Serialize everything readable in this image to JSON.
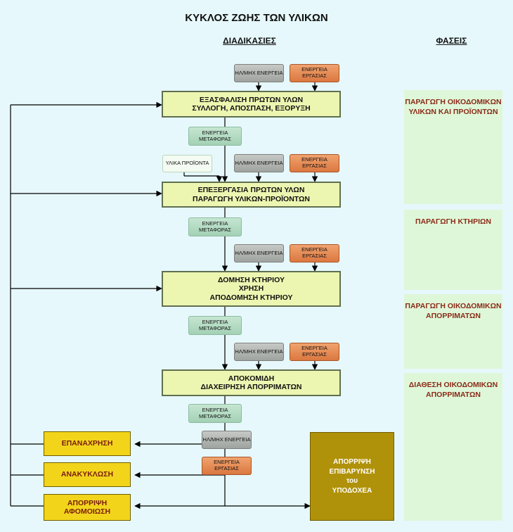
{
  "title": "ΚΥΚΛΟΣ ΖΩΗΣ ΤΩΝ ΥΛΙΚΩΝ",
  "headers": {
    "processes": "ΔΙΑΔΙΚΑΣΙΕΣ",
    "phases": "ΦΑΣΕΙΣ"
  },
  "inputs": {
    "electric": "ΗΛ/ΜΗΧ ΕΝΕΡΓΕΙΑ",
    "labor": "ΕΝΕΡΓΕΙΑ ΕΡΓΑΣΙΑΣ",
    "transport": "ΕΝΕΡΓΕΙΑ ΜΕΤΑΦΟΡΑΣ",
    "materials": "ΥΛΙΚΑ ΠΡΟΪΟΝΤΑ"
  },
  "processes": [
    {
      "line1": "ΕΞΑΣΦΑΛΙΣΗ ΠΡΩΤΩΝ ΥΛΩΝ",
      "line2": "ΣΥΛΛΟΓΗ, ΑΠΟΣΠΑΣΗ, ΕΞΟΡΥΞΗ"
    },
    {
      "line1": "ΕΠΕΞΕΡΓΑΣΙΑ ΠΡΩΤΩΝ ΥΛΩΝ",
      "line2": "ΠΑΡΑΓΩΓΗ ΥΛΙΚΩΝ-ΠΡΟΪΟΝΤΩΝ"
    },
    {
      "line1": "ΔΟΜΗΣΗ ΚΤΗΡΙΟΥ",
      "line2": "ΧΡΗΣΗ",
      "line3": "ΑΠΟΔΟΜΗΣΗ ΚΤΗΡΙΟΥ"
    },
    {
      "line1": "ΑΠΟΚΟΜΙΔΗ",
      "line2": "ΔΙΑΧΕΙΡΗΣΗ ΑΠΟΡΡΙΜΑΤΩΝ"
    }
  ],
  "outcomes": {
    "reuse": "ΕΠΑΝΑΧΡΗΣΗ",
    "recycle": "ΑΝΑΚΥΚΛΩΣΗ",
    "absorb": "ΑΠΟΡΡΙΨΗ ΑΦΟΜΟΙΩΣΗ",
    "disposal": "ΑΠΟΡΡΙΨΗ ΕΠΙΒΑΡΥΝΣΗ του ΥΠΟΔΟΧΕΑ"
  },
  "phases": [
    "ΠΑΡΑΓΩΓΗ ΟΙΚΟΔΟΜΙΚΩΝ ΥΛΙΚΩΝ ΚΑΙ ΠΡΟΪΟΝΤΩΝ",
    "ΠΑΡΑΓΩΓΗ ΚΤΗΡΙΩΝ",
    "ΠΑΡΑΓΩΓΗ ΟΙΚΟΔΟΜΙΚΩΝ ΑΠΟΡΡΙΜΑΤΩΝ",
    "ΔΙΑΘΕΣΗ ΟΙΚΟΔΟΜΙΚΩΝ ΑΠΟΡΡΙΜΑΤΩΝ"
  ]
}
